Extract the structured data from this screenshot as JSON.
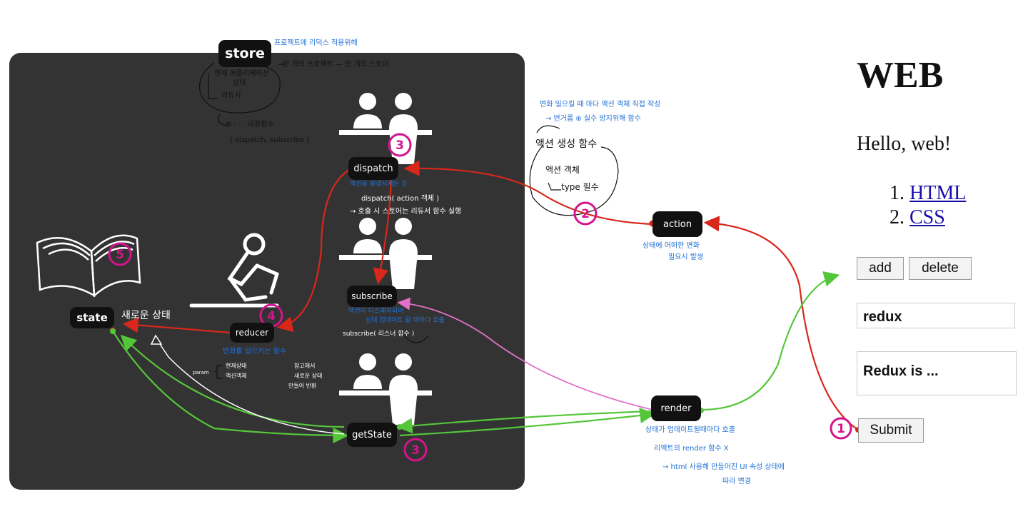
{
  "nodes": {
    "store": "store",
    "dispatch": "dispatch",
    "subscribe": "subscribe",
    "getState": "getState",
    "state": "state",
    "reducer": "reducer",
    "action": "action",
    "render": "render"
  },
  "steps": [
    "1",
    "2",
    "3",
    "4",
    "5",
    "3"
  ],
  "notes": {
    "store_top": "프로젝트에 리덕스 적용위해",
    "store_one": "한 개의 프로젝트 — 한 개의 스토어",
    "store_state_1": "현재 애플리케이션",
    "store_state_2": "상태",
    "store_reducer": "리듀서",
    "store_funcs_1": "⊕ · · · 내장함수",
    "store_funcs_2": "( dispatch, subscribe )",
    "dispatch_sub": "액션을 발생시키는 것",
    "dispatch_call_1": "dispatch( action 객체 )",
    "dispatch_call_2": "→ 호출 시 스토어는 리듀서 함수 실행",
    "action_maker_1": "변화 일으킬 때 마다 액션 객체 직접 작성",
    "action_maker_2": "→ 번거롭 ⊕ 실수 방지위해 함수",
    "action_creator": "액션 생성 함수",
    "action_obj": "액션 객체",
    "action_type": "type 필수",
    "action_sub_1": "상태에 어떠한 변화",
    "action_sub_2": "필요시 발생",
    "subscribe_sub_1": "액션이 디스패치되어",
    "subscribe_sub_2": "상태 업데이트 될 때마다 호출",
    "subscribe_call": "subscribe( 리스너 함수 )",
    "state_new": "새로운 상태",
    "reducer_sub": "변화를 일으키는 함수",
    "reducer_param_lbl": "param",
    "reducer_param_1": "현재상태",
    "reducer_param_2": "액션객체",
    "reducer_ref_1": "참고해서",
    "reducer_ref_2": "새로운 상태",
    "reducer_ref_3": "만들어 반환",
    "render_sub": "상태가 업데이트될때마다 호출",
    "render_note_1": "리액트의 render 함수 X",
    "render_note_2": "→ html 사용해 만들어진 UI 속성 상태에",
    "render_note_3": "따라 변경"
  },
  "web": {
    "title": "WEB",
    "subtitle": "Hello, web!",
    "list": [
      {
        "num": "1.",
        "label": "HTML"
      },
      {
        "num": "2.",
        "label": "CSS"
      }
    ],
    "add_label": "add",
    "delete_label": "delete",
    "title_input_value": "redux",
    "desc_input_value": "Redux is ...",
    "submit_label": "Submit"
  },
  "colors": {
    "panel": "#333333",
    "dispatch_flow": "#d8271b",
    "getstate_flow": "#55c63a",
    "subscribe_flow": "#e070c8",
    "step_marker": "#d4148c",
    "annotation": "#1f6fd6"
  },
  "icons": [
    "clerk-icon",
    "book-icon",
    "thinker-icon",
    "mailman-icon",
    "digger-icon"
  ]
}
